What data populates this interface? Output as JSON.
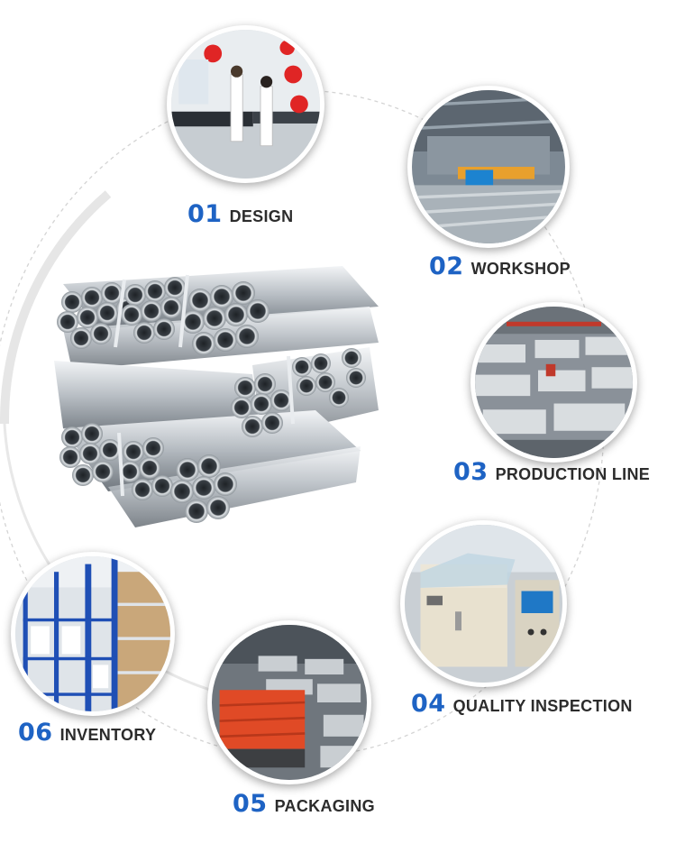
{
  "steps": [
    {
      "number": "01",
      "label": "DESIGN"
    },
    {
      "number": "02",
      "label": "WORKSHOP"
    },
    {
      "number": "03",
      "label": "PRODUCTION LINE"
    },
    {
      "number": "04",
      "label": "QUALITY INSPECTION"
    },
    {
      "number": "05",
      "label": "PACKAGING"
    },
    {
      "number": "06",
      "label": "INVENTORY"
    }
  ],
  "colors": {
    "number_blue": "#1e63c4",
    "label_dark": "#2c2c2c",
    "ring_gray": "#cfcfcf"
  },
  "images": [
    {
      "name": "design-lab-photo"
    },
    {
      "name": "workshop-photo"
    },
    {
      "name": "production-line-photo"
    },
    {
      "name": "quality-inspection-photo"
    },
    {
      "name": "packaging-photo"
    },
    {
      "name": "inventory-photo"
    },
    {
      "name": "steel-pipe-bundles-image"
    }
  ]
}
